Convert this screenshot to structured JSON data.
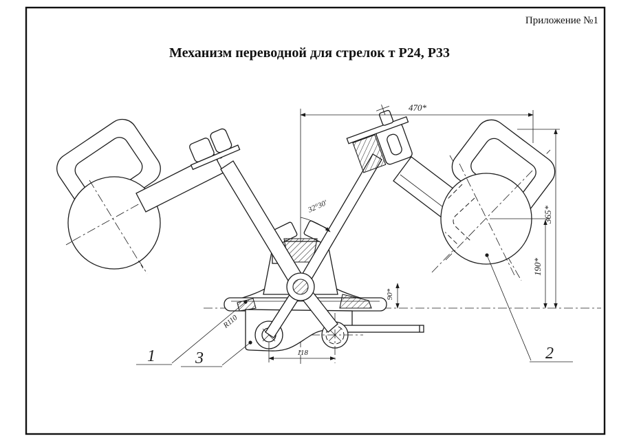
{
  "page": {
    "appendix": "Приложение №1",
    "title": "Механизм переводной для стрелок т Р24, Р33"
  },
  "drawing": {
    "type": "technical-drawing",
    "dims": {
      "top_width": "470*",
      "right_height": "365*",
      "right_inner_height": "190*",
      "center_height": "90*",
      "bottom_length": "118",
      "radius": "R110",
      "angle": "32°30'"
    },
    "callouts": {
      "c1": "1",
      "c2": "2",
      "c3": "3"
    },
    "colors": {
      "line": "#1c1c1c",
      "background": "#ffffff"
    }
  }
}
